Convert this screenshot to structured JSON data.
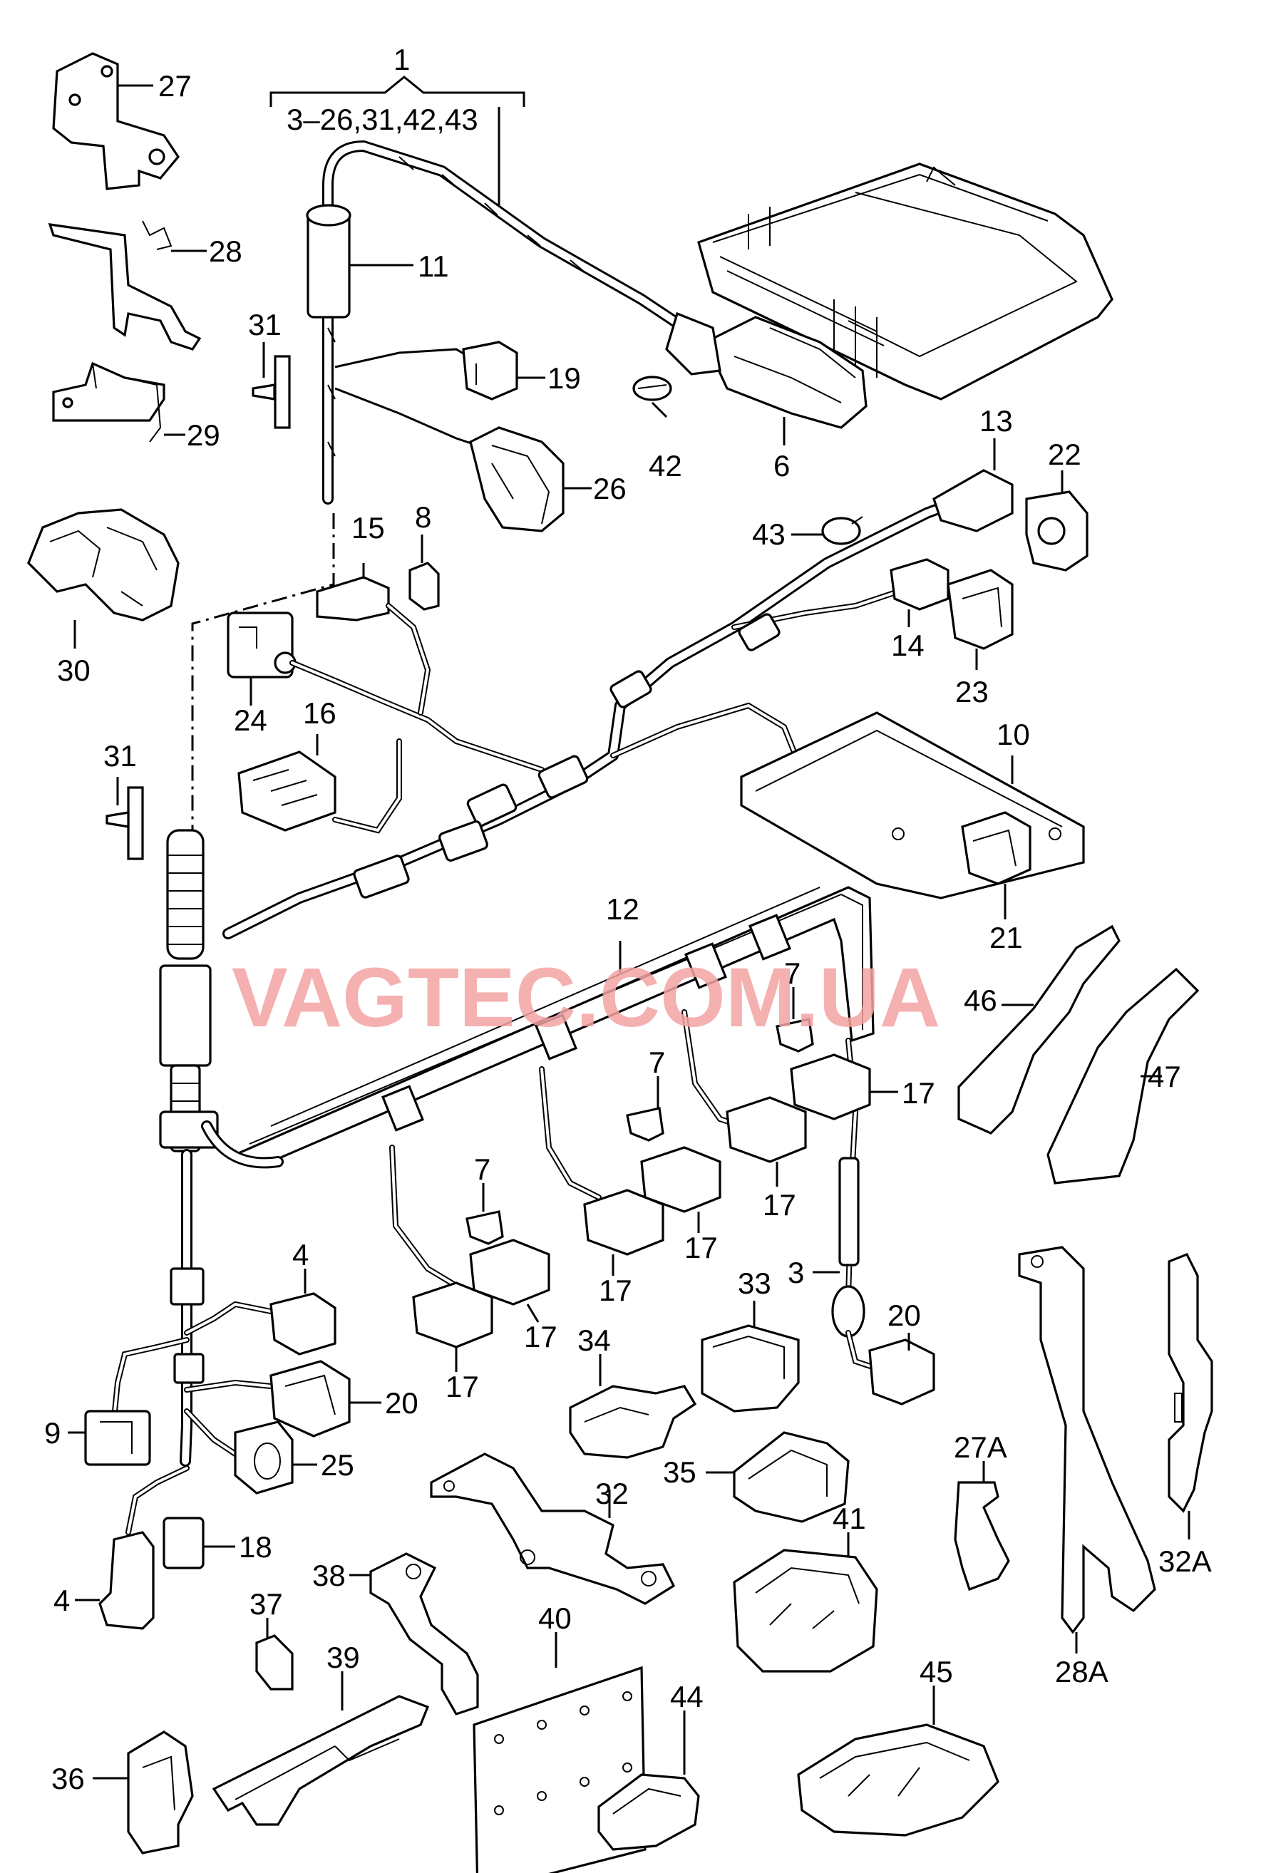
{
  "watermark": "VAGTEC.COM.UA",
  "header": {
    "main_ref": "1",
    "main_range": "3–26,31,42,43"
  },
  "callouts": {
    "c3": "3",
    "c4a": "4",
    "c4b": "4",
    "c6": "6",
    "c7a": "7",
    "c7b": "7",
    "c7c": "7",
    "c8": "8",
    "c9": "9",
    "c10": "10",
    "c11": "11",
    "c12": "12",
    "c13": "13",
    "c14": "14",
    "c15": "15",
    "c16": "16",
    "c17a": "17",
    "c17b": "17",
    "c17c": "17",
    "c17d": "17",
    "c17e": "17",
    "c17f": "17",
    "c18": "18",
    "c19": "19",
    "c20a": "20",
    "c20b": "20",
    "c21": "21",
    "c22": "22",
    "c23": "23",
    "c24": "24",
    "c25": "25",
    "c26": "26",
    "c27": "27",
    "c27A": "27A",
    "c28": "28",
    "c28A": "28A",
    "c29": "29",
    "c30": "30",
    "c31a": "31",
    "c31b": "31",
    "c32": "32",
    "c32A": "32A",
    "c33": "33",
    "c34": "34",
    "c35": "35",
    "c36": "36",
    "c37": "37",
    "c38": "38",
    "c39": "39",
    "c40": "40",
    "c41": "41",
    "c42": "42",
    "c43": "43",
    "c44": "44",
    "c45": "45",
    "c46": "46",
    "c47": "47"
  }
}
